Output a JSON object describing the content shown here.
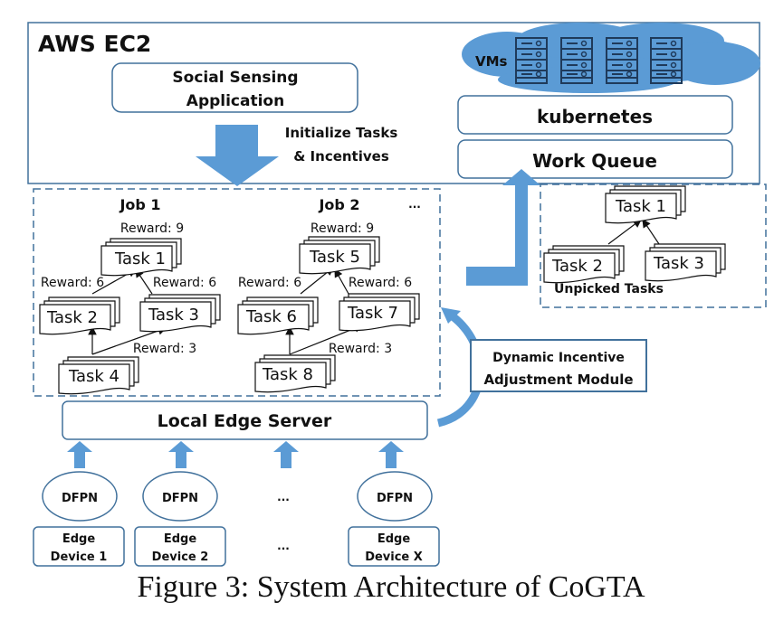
{
  "colors": {
    "arrow_blue": "#5b9bd5",
    "border_blue": "#41719c",
    "cloud_blue": "#5b9bd5",
    "text": "#111111",
    "server_icon": "#1f3a5a"
  },
  "aws": {
    "title": "AWS EC2",
    "app_line1": "Social Sensing",
    "app_line2": "Application",
    "init_line1": "Initialize Tasks",
    "init_line2": "& Incentives",
    "vms_label": "VMs",
    "server_icon_count": 4,
    "kubernetes": "kubernetes",
    "work_queue": "Work Queue"
  },
  "jobs": {
    "ellipsis": "...",
    "job1": {
      "title": "Job 1",
      "tasks": [
        "Task 1",
        "Task 2",
        "Task 3",
        "Task 4"
      ],
      "rewards": {
        "top": "Reward: 9",
        "left": "Reward: 6",
        "right": "Reward: 6",
        "bottom": "Reward: 3"
      }
    },
    "job2": {
      "title": "Job 2",
      "tasks": [
        "Task 5",
        "Task 6",
        "Task 7",
        "Task 8"
      ],
      "rewards": {
        "top": "Reward: 9",
        "left": "Reward: 6",
        "right": "Reward: 6",
        "bottom": "Reward: 3"
      }
    }
  },
  "unpicked": {
    "tasks": [
      "Task 1",
      "Task 2",
      "Task 3"
    ],
    "label": "Unpicked Tasks"
  },
  "dynamic_module": {
    "line1": "Dynamic Incentive",
    "line2": "Adjustment Module"
  },
  "edge_server": "Local Edge Server",
  "dfpn_label": "DFPN",
  "ellipsis": "...",
  "devices": [
    {
      "line1": "Edge",
      "line2": "Device 1"
    },
    {
      "line1": "Edge",
      "line2": "Device 2"
    },
    {
      "line1": "Edge",
      "line2": "Device X"
    }
  ],
  "caption": "Figure 3: System Architecture of CoGTA"
}
